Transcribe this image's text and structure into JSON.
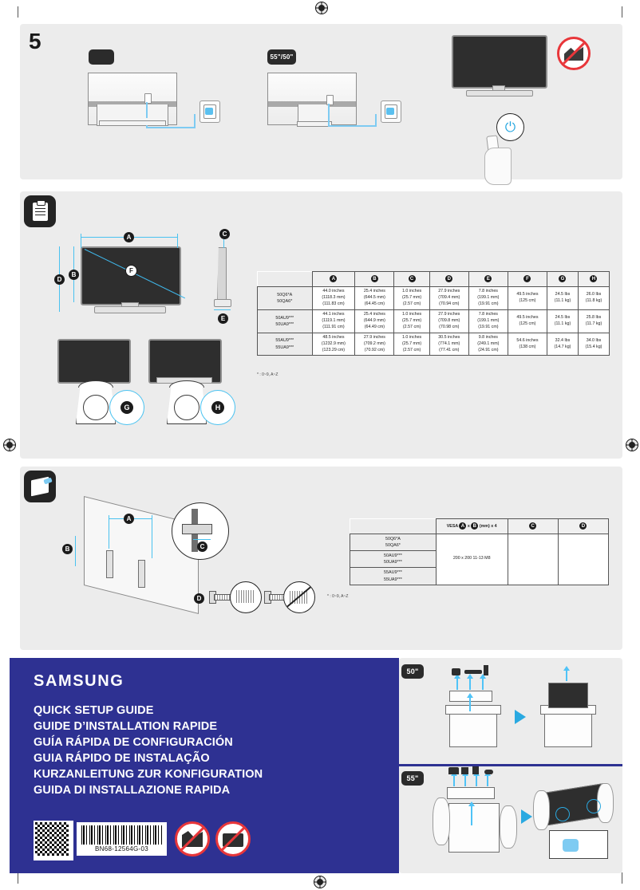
{
  "document": {
    "brand": "SAMSUNG",
    "part_number": "BN68-12564G-03"
  },
  "step5": {
    "number": "5",
    "badge_left": "",
    "badge_right": "55\"/50\"",
    "power_icon": "power-icon"
  },
  "dimension_section": {
    "icon": "spec-clipboard-icon",
    "labels": {
      "a": "A",
      "b": "B",
      "c": "C",
      "d": "D",
      "e": "E",
      "f": "F",
      "g": "G",
      "h": "H"
    },
    "footnote": "* : 0~9, A~Z",
    "table": {
      "headers": [
        "",
        "A",
        "B",
        "C",
        "D",
        "E",
        "F",
        "G",
        "H"
      ],
      "rows": [
        {
          "model": [
            "50Q6*A",
            "50QA6*"
          ],
          "cells": [
            [
              "44.0 inches",
              "(1118.3 mm)",
              "(111.83 cm)"
            ],
            [
              "25.4 inches",
              "(644.5 mm)",
              "(64.45 cm)"
            ],
            [
              "1.0 inches",
              "(25.7 mm)",
              "(2.57 cm)"
            ],
            [
              "27.9 inches",
              "(709.4 mm)",
              "(70.94 cm)"
            ],
            [
              "7.8 inches",
              "(199.1 mm)",
              "(19.91 cm)"
            ],
            [
              "49.5 inches",
              "(125 cm)"
            ],
            [
              "24.5 lbs",
              "(11.1 kg)"
            ],
            [
              "26.0 lbs",
              "(11.8 kg)"
            ]
          ]
        },
        {
          "model": [
            "50AU9***",
            "50UA9***"
          ],
          "cells": [
            [
              "44.1 inches",
              "(1119.1 mm)",
              "(111.91 cm)"
            ],
            [
              "25.4 inches",
              "(644.9 mm)",
              "(64.49 cm)"
            ],
            [
              "1.0 inches",
              "(25.7 mm)",
              "(2.57 cm)"
            ],
            [
              "27.9 inches",
              "(709.8 mm)",
              "(70.98 cm)"
            ],
            [
              "7.8 inches",
              "(199.1 mm)",
              "(19.91 cm)"
            ],
            [
              "49.5 inches",
              "(125 cm)"
            ],
            [
              "24.5 lbs",
              "(11.1 kg)"
            ],
            [
              "25.8 lbs",
              "(11.7 kg)"
            ]
          ]
        },
        {
          "model": [
            "55AU9***",
            "55UA9***"
          ],
          "cells": [
            [
              "48.5 inches",
              "(1232.9 mm)",
              "(123.29 cm)"
            ],
            [
              "27.9 inches",
              "(709.2 mm)",
              "(70.92 cm)"
            ],
            [
              "1.0 inches",
              "(25.7 mm)",
              "(2.57 cm)"
            ],
            [
              "30.5 inches",
              "(774.1 mm)",
              "(77.41 cm)"
            ],
            [
              "9.8 inches",
              "(249.1 mm)",
              "(24.91 cm)"
            ],
            [
              "54.6 inches",
              "(138 cm)"
            ],
            [
              "32.4 lbs",
              "(14.7 kg)"
            ],
            [
              "34.0 lbs",
              "(15.4 kg)"
            ]
          ]
        }
      ]
    }
  },
  "wallmount_section": {
    "icon": "wall-mount-icon",
    "labels": {
      "a": "A",
      "b": "B",
      "c": "C",
      "d": "D"
    },
    "footnote": "* : 0~9, A~Z",
    "table": {
      "header_vesa_prefix": "VESA",
      "header_vesa_mid": "x",
      "header_vesa_suffix": "(mm) x 4",
      "header_c": "C",
      "header_d": "D",
      "models": [
        [
          "50Q6*A",
          "50QA6*"
        ],
        [
          "50AU9***",
          "50UA9***"
        ],
        [
          "55AU9***",
          "55UA9***"
        ]
      ],
      "vesa_value": "200 x 200 11-13 M8",
      "c_value": "",
      "d_value": ""
    }
  },
  "banner": {
    "logo": "SAMSUNG",
    "titles": [
      "QUICK SETUP GUIDE",
      "GUIDE D’INSTALLATION RAPIDE",
      "GUÍA RÁPIDA DE CONFIGURACIÓN",
      "GUIA RÁPIDO DE INSTALAÇÃO",
      "KURZANLEITUNG ZUR KONFIGURATION",
      "GUIDA DI INSTALLAZIONE RAPIDA"
    ],
    "qr_name": "qr-code",
    "barcode_number": "BN68-12564G-03",
    "warning_icons": [
      "no-impact-screen-icon",
      "no-press-screen-icon"
    ]
  },
  "unboxing": {
    "step_50": {
      "badge": "50\""
    },
    "step_55": {
      "badge": "55\""
    }
  },
  "colors": {
    "banner_blue": "#2e3192",
    "accent_cyan": "#4fc3f7",
    "warning_red": "#e8363a",
    "panel_gray": "#ececec"
  }
}
